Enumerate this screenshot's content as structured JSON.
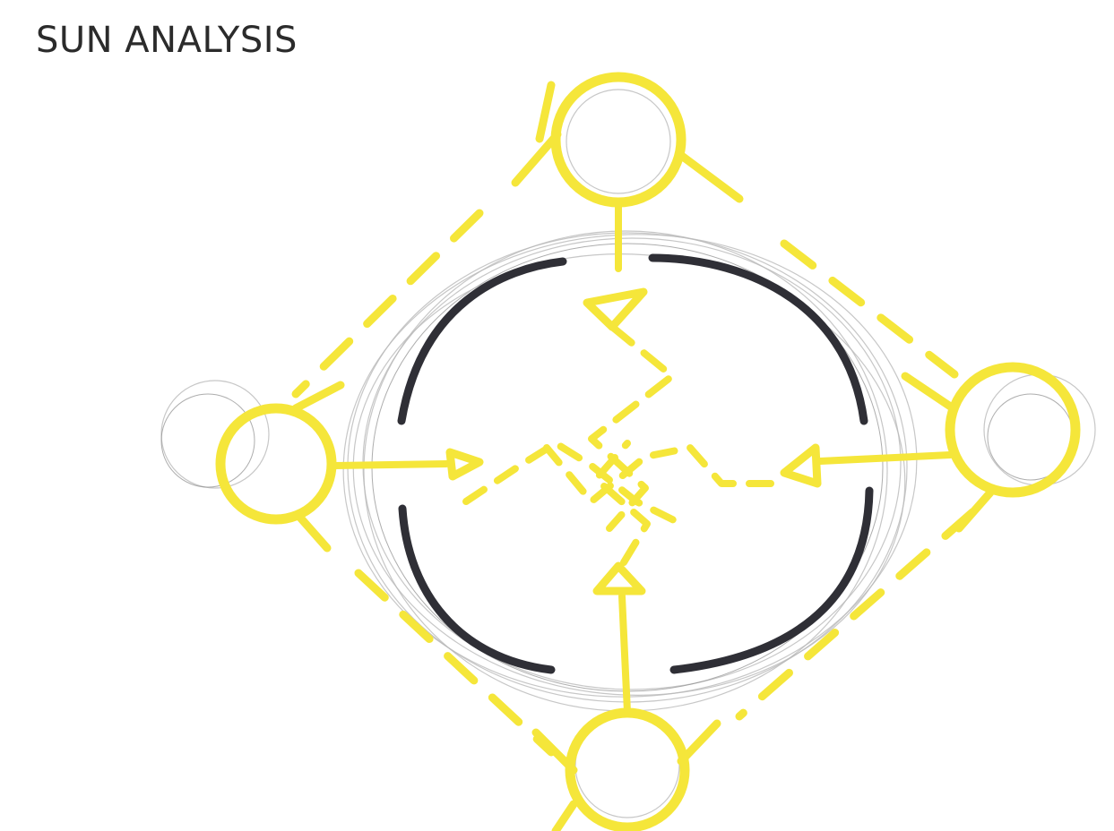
{
  "title": "SUN ANALYSIS",
  "colors": {
    "sun": "#f5e63a",
    "wall": "#2f2f36",
    "pencil": "#b9b9b9"
  },
  "elements": {
    "suns": [
      "sun-top",
      "sun-left",
      "sun-right",
      "sun-bottom"
    ],
    "icons": [
      "sun-icon",
      "arrow-icon",
      "site-boundary"
    ]
  }
}
